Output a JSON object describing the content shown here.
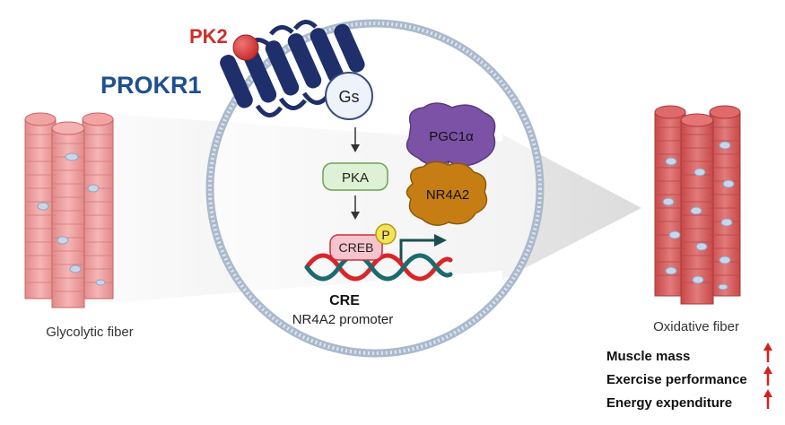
{
  "ligand": {
    "label": "PK2",
    "color": "#c9302c"
  },
  "receptor": {
    "label": "PROKR1",
    "color": "#1f4f8f"
  },
  "g_protein": {
    "label": "Gs"
  },
  "kinase": {
    "label": "PKA"
  },
  "coactivator": {
    "label": "PGC1α"
  },
  "nuclear_receptor": {
    "label": "NR4A2"
  },
  "transcription_factor": {
    "label": "CREB",
    "phospho_label": "P"
  },
  "promoter": {
    "element_label": "CRE",
    "description": "NR4A2 promoter"
  },
  "fibers": {
    "left_label": "Glycolytic fiber",
    "right_label": "Oxidative fiber"
  },
  "outcomes": [
    {
      "label": "Muscle mass"
    },
    {
      "label": "Exercise performance"
    },
    {
      "label": "Energy expenditure"
    }
  ],
  "colors": {
    "fiber_light": "#ee9d9d",
    "fiber_dark": "#d95454",
    "arrow_up": "#d62020",
    "kinase_fill": "#dff1d5",
    "creb_fill": "#f6c4cc",
    "phospho_fill": "#f4e25a",
    "coactivator_fill": "#7c52a6",
    "nr4a2_fill": "#c67e14",
    "dna_red": "#d9252a",
    "dna_teal": "#1b6b6e"
  }
}
